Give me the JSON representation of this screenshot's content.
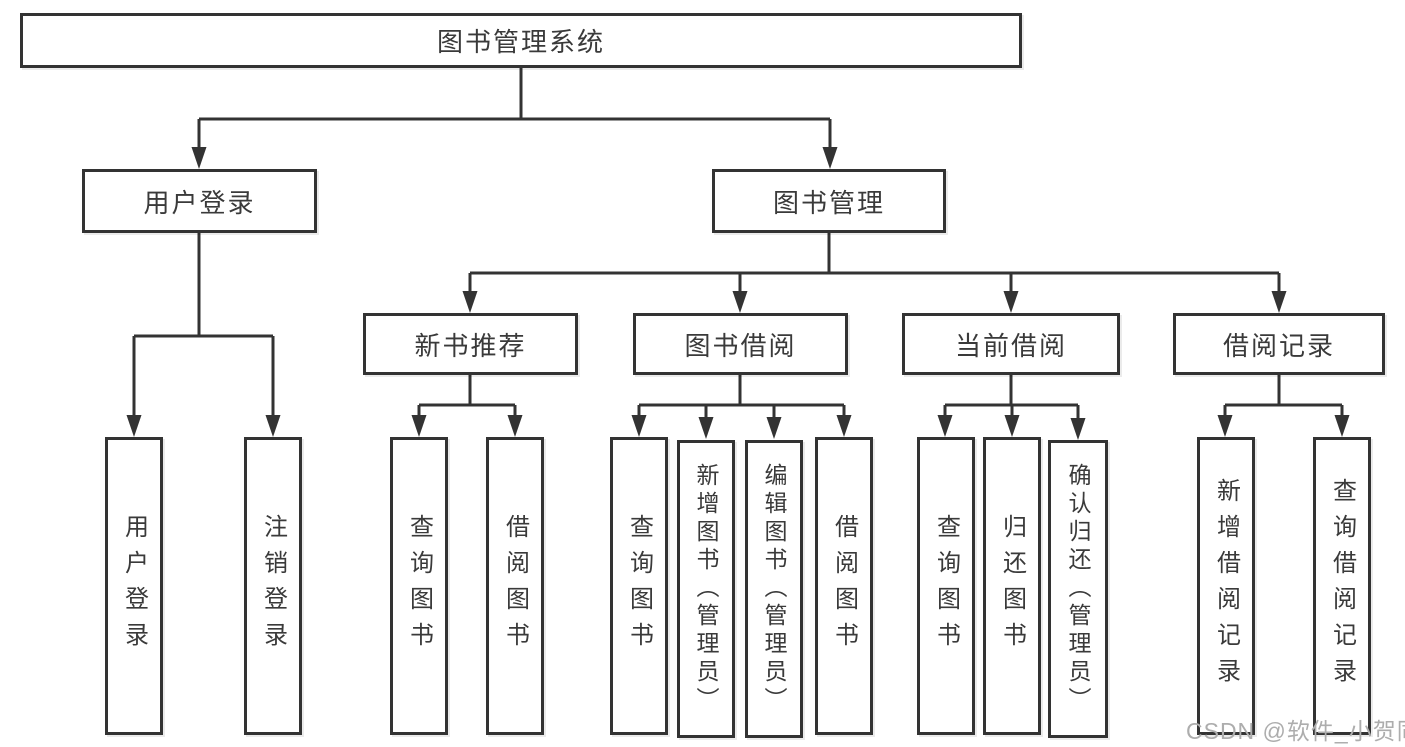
{
  "colors": {
    "line": "#333333",
    "box_border": "#333333",
    "text": "#3a3a3a",
    "watermark": "#adadad",
    "background": "#ffffff"
  },
  "watermark": {
    "text": "CSDN @软件_小贺同学"
  },
  "tree": {
    "root": {
      "label": "图书管理系统"
    },
    "branches": [
      {
        "label": "用户登录",
        "children": [
          {
            "label": "用户登录"
          },
          {
            "label": "注销登录"
          }
        ]
      },
      {
        "label": "图书管理",
        "children": [
          {
            "label": "新书推荐",
            "children": [
              {
                "label": "查询图书"
              },
              {
                "label": "借阅图书"
              }
            ]
          },
          {
            "label": "图书借阅",
            "children": [
              {
                "label": "查询图书"
              },
              {
                "label": "新增图书（管理员）"
              },
              {
                "label": "编辑图书（管理员）"
              },
              {
                "label": "借阅图书"
              }
            ]
          },
          {
            "label": "当前借阅",
            "children": [
              {
                "label": "查询图书"
              },
              {
                "label": "归还图书"
              },
              {
                "label": "确认归还（管理员）"
              }
            ]
          },
          {
            "label": "借阅记录",
            "children": [
              {
                "label": "新增借阅记录"
              },
              {
                "label": "查询借阅记录"
              }
            ]
          }
        ]
      }
    ]
  }
}
